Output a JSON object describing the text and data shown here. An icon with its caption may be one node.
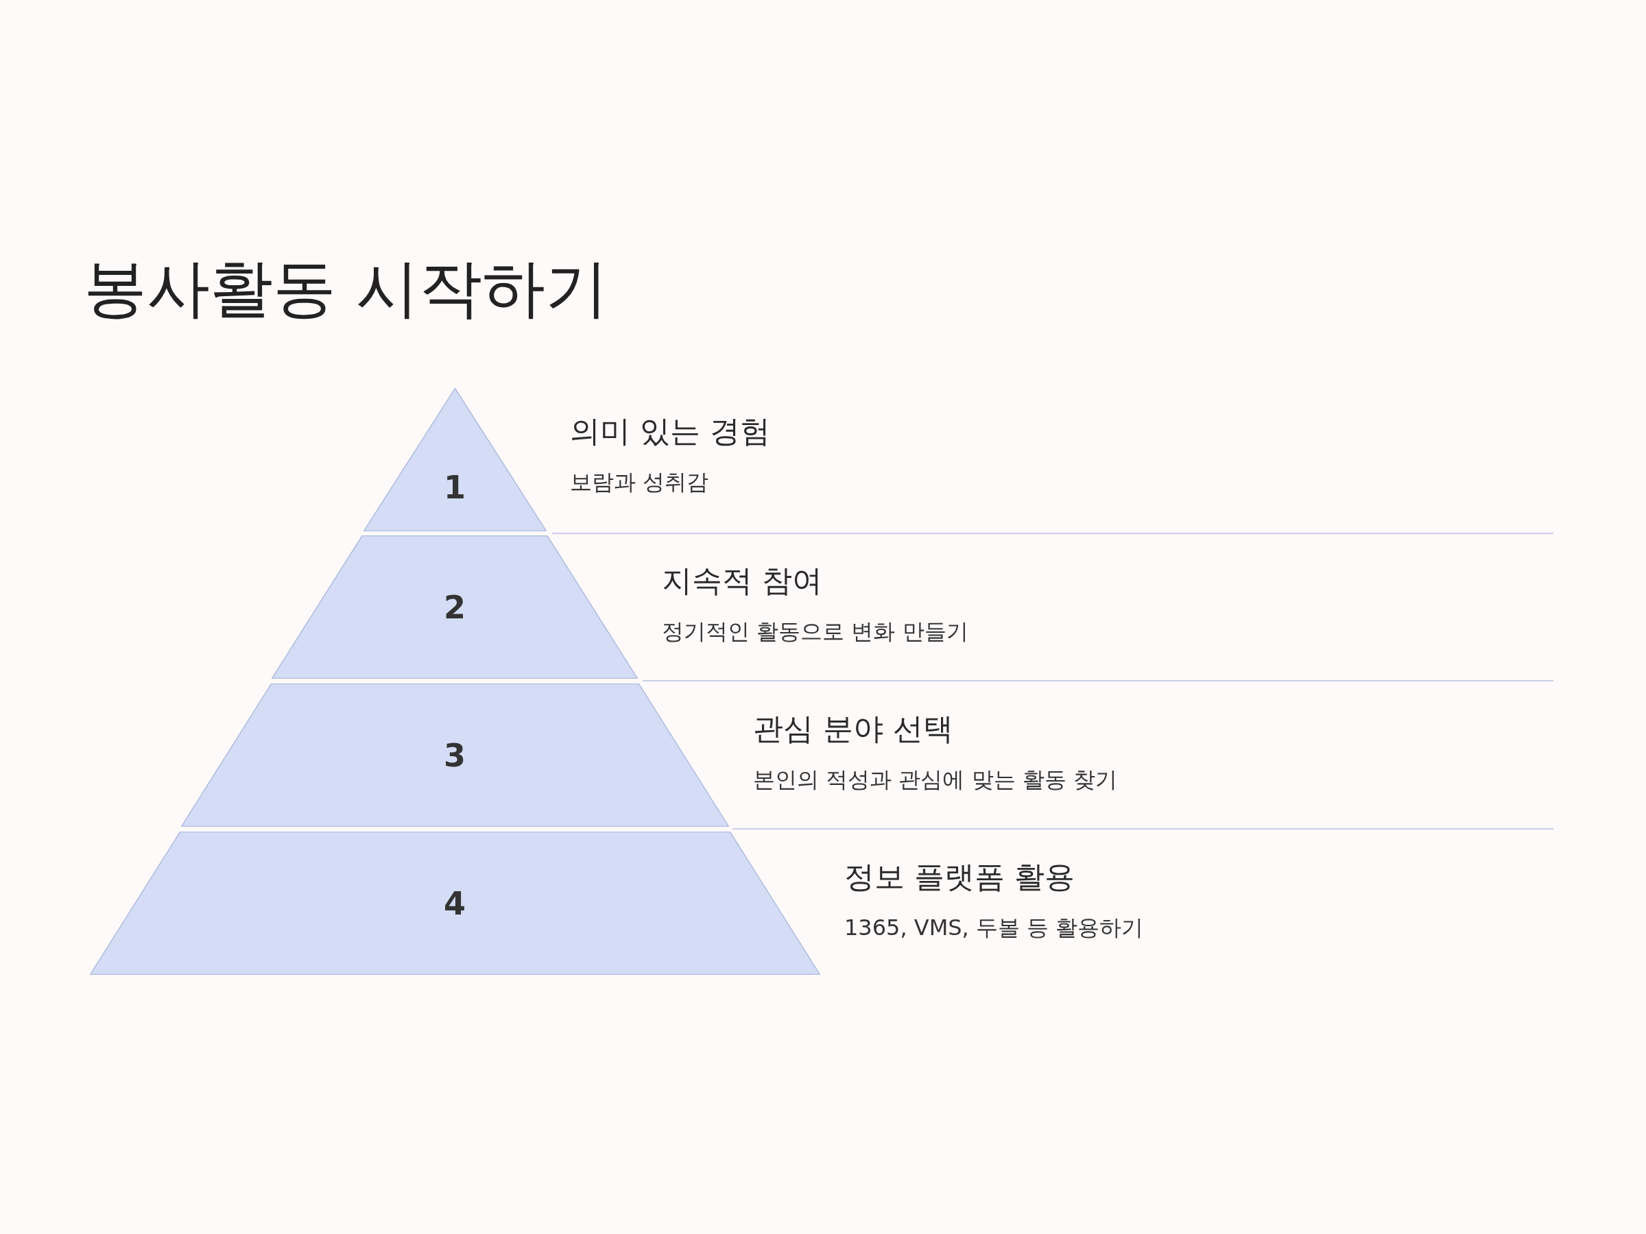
{
  "diagram": {
    "title": "봉사활동 시작하기",
    "nodes": [
      {
        "text": [
          "1"
        ],
        "beside": [
          "의미 있는 경험",
          "보람과 성취감"
        ]
      },
      {
        "text": [
          "2"
        ],
        "beside": [
          "지속적 참여",
          "정기적인 활동으로 변화 만들기"
        ]
      },
      {
        "text": [
          "3"
        ],
        "beside": [
          "관심 분야 선택",
          "본인의 적성과 관심에 맞는 활동 찾기"
        ]
      },
      {
        "text": [
          "4"
        ],
        "beside": [
          "정보 플랫폼 활용",
          "1365, VMS, 두볼 등 활용하기"
        ]
      }
    ]
  }
}
